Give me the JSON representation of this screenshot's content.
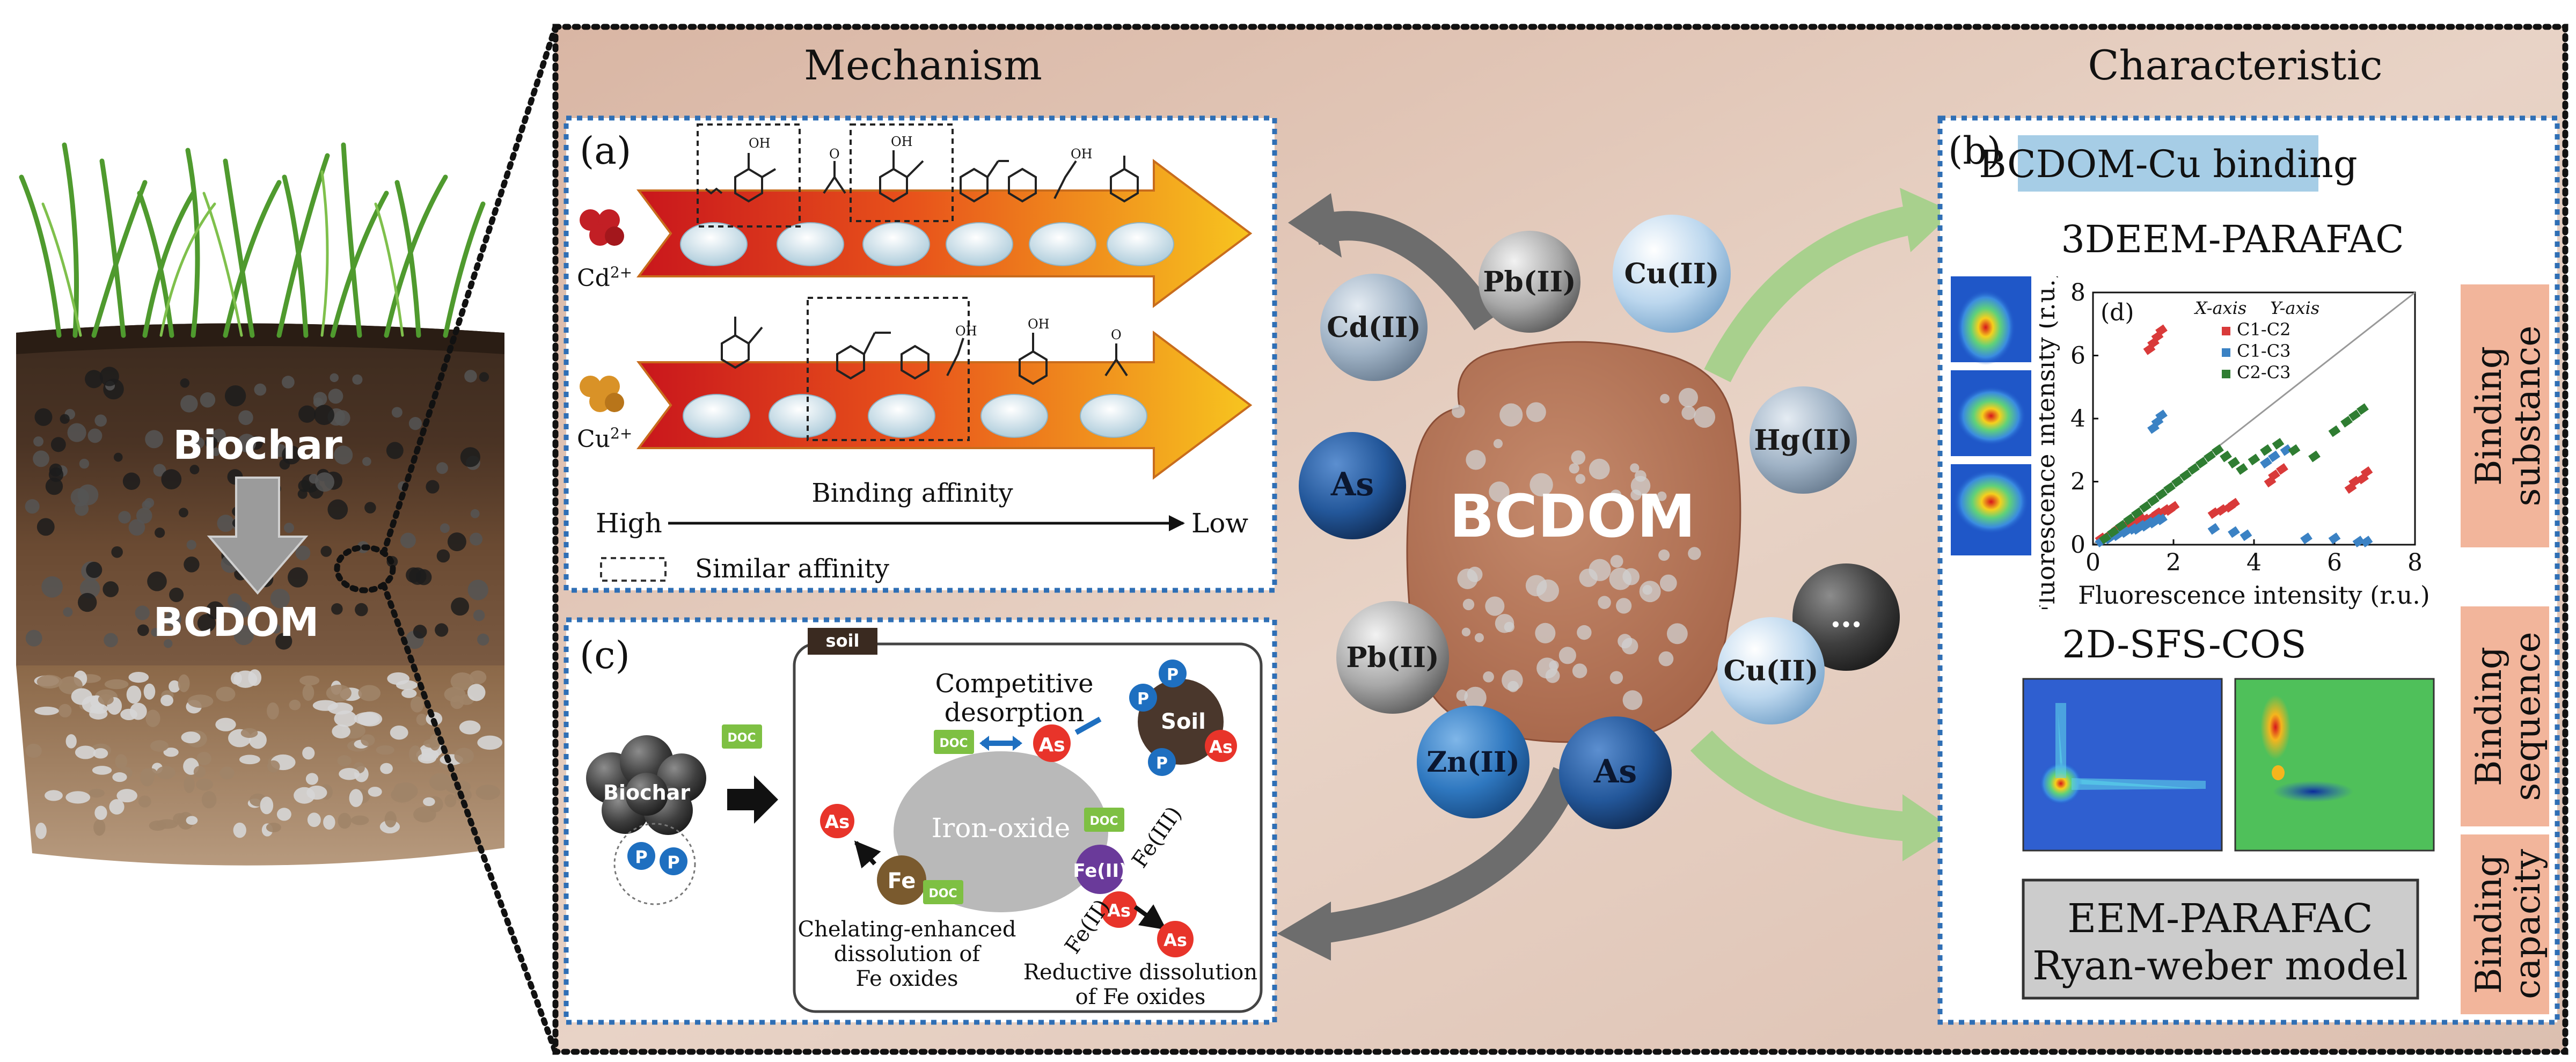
{
  "soil": {
    "biochar": "Biochar",
    "bcdom": "BCDOM"
  },
  "sections": {
    "mechanism": "Mechanism",
    "characteristic": "Characteristic"
  },
  "center": {
    "label": "BCDOM"
  },
  "ions": [
    "Pb(II)",
    "Cu(II)",
    "Cd(II)",
    "Hg(II)",
    "As",
    "…",
    "Cu(II)",
    "Pb(II)",
    "Zn(II)",
    "As"
  ],
  "panel_a": {
    "label": "(a)",
    "cd_ion": "Cd",
    "cd_sup": "2+",
    "cu_ion": "Cu",
    "cu_sup": "2+",
    "affinity_title": "Binding affinity",
    "high": "High",
    "low": "Low",
    "similar": "Similar affinity"
  },
  "panel_b": {
    "label": "(b)",
    "title": "BCDOM-Cu binding",
    "method1": "3DEEM-PARAFAC",
    "method2": "2D-SFS-COS",
    "method3_line1": "EEM-PARAFAC",
    "method3_line2": "Ryan-weber model",
    "side1_line1": "Binding",
    "side1_line2": "substance",
    "side2_line1": "Binding",
    "side2_line2": "sequence",
    "side3_line1": "Binding",
    "side3_line2": "capacity"
  },
  "panel_c": {
    "label": "(c)",
    "soil_tag": "soil",
    "biochar": "Biochar",
    "doc": "DOC",
    "p": "P",
    "competitive_line1": "Competitive",
    "competitive_line2": "desorption",
    "soil": "Soil",
    "as": "As",
    "iron_oxide": "Iron-oxide",
    "fe": "Fe",
    "fe2": "Fe(II)",
    "fe3": "Fe(III)",
    "chelate_line1": "Chelating-enhanced",
    "chelate_line2": "dissolution of",
    "chelate_line3": "Fe oxides",
    "reductive_line1": "Reductive dissolution",
    "reductive_line2": "of Fe oxides"
  },
  "colors": {
    "frame_bg": "#d8b9a8",
    "panel_border": "#2f6fb5",
    "title_highlight": "#a6cde6",
    "side_label_bg": "#f2b59b",
    "arrow_grey": "#6d6d6d",
    "arrow_green": "#a8d08d",
    "bcdom_blob": "#b57759",
    "series_c1c2": "#d93a3a",
    "series_c1c3": "#3b82c4",
    "series_c2c3": "#2f7d32"
  },
  "chart_data": {
    "type": "scatter",
    "panel_label": "(d)",
    "xlabel": "Fluorescence intensity (r.u.)",
    "ylabel": "Fluorescence intensity (r.u.)",
    "xlim": [
      0,
      8
    ],
    "ylim": [
      0,
      8
    ],
    "xticks": [
      0,
      2,
      4,
      6,
      8
    ],
    "yticks": [
      0,
      2,
      4,
      6,
      8
    ],
    "legend_header_x": "X-axis",
    "legend_header_y": "Y-axis",
    "legend_position": "top-left",
    "diagonal": true,
    "series": [
      {
        "name": "C1-C2",
        "color": "#d93a3a",
        "x": [
          0.2,
          0.4,
          0.6,
          0.8,
          1.0,
          1.2,
          1.3,
          1.5,
          1.6,
          1.7,
          1.8,
          1.9,
          2.0,
          1.4,
          1.5,
          1.6,
          1.7,
          3.0,
          3.2,
          3.4,
          3.5,
          4.4,
          4.5,
          4.7,
          6.4,
          6.5,
          6.7,
          6.8
        ],
        "y": [
          0.2,
          0.3,
          0.5,
          0.6,
          0.7,
          0.8,
          0.8,
          0.9,
          1.0,
          1.0,
          1.1,
          1.1,
          1.2,
          6.2,
          6.4,
          6.6,
          6.8,
          1.0,
          1.1,
          1.2,
          1.3,
          2.0,
          2.2,
          2.4,
          1.8,
          2.0,
          2.1,
          2.3
        ]
      },
      {
        "name": "C1-C3",
        "color": "#3b82c4",
        "x": [
          0.2,
          0.4,
          0.6,
          0.8,
          1.0,
          1.1,
          1.2,
          1.3,
          1.4,
          1.5,
          1.6,
          1.7,
          1.5,
          1.6,
          1.7,
          3.0,
          3.5,
          3.8,
          4.3,
          4.5,
          4.8,
          5.3,
          6.0,
          6.6,
          6.8
        ],
        "y": [
          0.1,
          0.2,
          0.3,
          0.4,
          0.5,
          0.5,
          0.6,
          0.6,
          0.7,
          0.7,
          0.8,
          0.8,
          3.7,
          3.9,
          4.1,
          0.5,
          0.4,
          0.3,
          2.6,
          2.8,
          3.0,
          0.2,
          0.2,
          0.1,
          0.1
        ]
      },
      {
        "name": "C2-C3",
        "color": "#2f7d32",
        "x": [
          0.3,
          0.5,
          0.7,
          0.9,
          1.1,
          1.3,
          1.5,
          1.7,
          1.9,
          2.1,
          2.3,
          2.5,
          2.7,
          2.9,
          3.1,
          3.3,
          3.5,
          3.7,
          4.0,
          4.3,
          4.6,
          5.0,
          5.5,
          6.0,
          6.3,
          6.5,
          6.7
        ],
        "y": [
          0.2,
          0.4,
          0.6,
          0.8,
          1.0,
          1.2,
          1.4,
          1.6,
          1.8,
          2.0,
          2.2,
          2.4,
          2.6,
          2.8,
          3.0,
          2.8,
          2.6,
          2.4,
          2.7,
          3.0,
          3.2,
          3.0,
          2.8,
          3.6,
          3.9,
          4.1,
          4.3
        ]
      }
    ]
  }
}
